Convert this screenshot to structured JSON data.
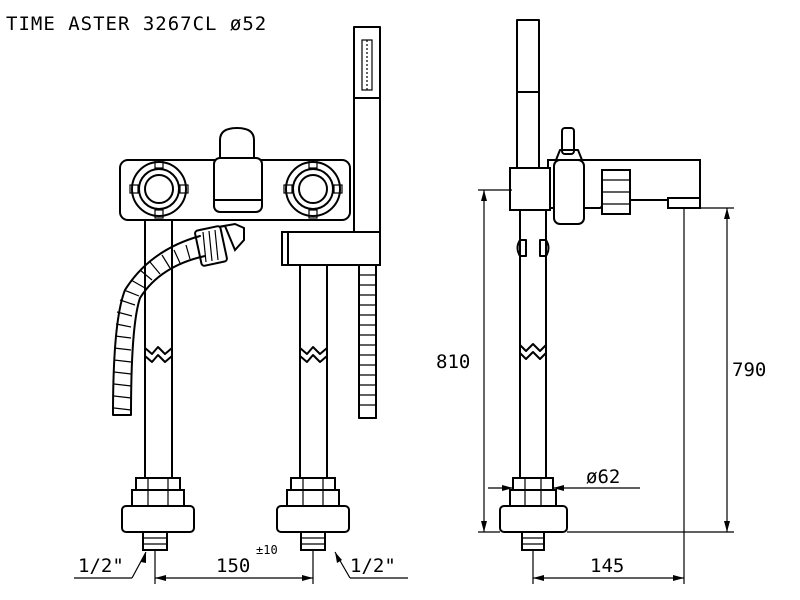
{
  "title": "TIME ASTER 3267CL ø52",
  "dimensions": {
    "left_connection": "1/2\"",
    "right_connection": "1/2\"",
    "spacing": "150",
    "spacing_tolerance": "±10",
    "total_height": "810",
    "spout_height": "790",
    "column_diameter": "ø62",
    "spout_projection": "145"
  }
}
